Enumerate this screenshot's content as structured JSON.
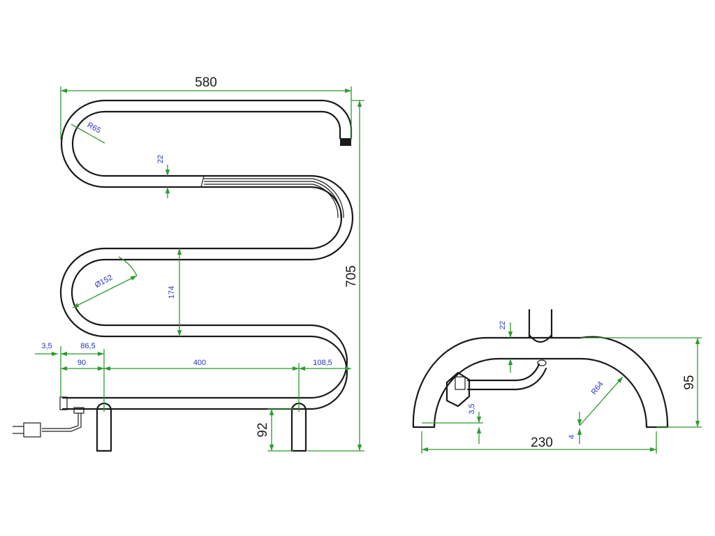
{
  "front_view": {
    "width_total": "580",
    "height_total": "705",
    "bend_radius": "R65",
    "tube_diameter": "22",
    "bend_diameter": "Ø152",
    "bend_spacing": "174",
    "wall_gap": "3,5",
    "cable_offset": "86,5",
    "first_mount": "90",
    "mount_spacing": "400",
    "right_overhang": "108,5",
    "mount_height": "92"
  },
  "side_view": {
    "tube_diameter": "22",
    "depth": "230",
    "height": "95",
    "inner_radius": "R64",
    "foot_gap": "3,5",
    "foot_offset": "4"
  },
  "colors": {
    "outline": "#1a1a1a",
    "dimension_lines": "#2e9a2e",
    "small_labels": "#2233cc"
  }
}
